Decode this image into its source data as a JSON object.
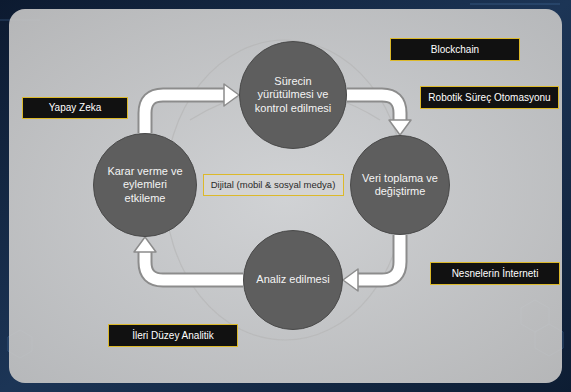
{
  "diagram": {
    "nodes": [
      {
        "text": [
          "Sürecin yürütülmesi ve kontrol edilmesi"
        ]
      },
      {
        "text": [
          "Blockchain"
        ]
      },
      {
        "text": [
          "Yapay Zeka"
        ]
      },
      {
        "text": [
          "Robotik Süreç Otomasyonu"
        ]
      },
      {
        "text": [
          "Karar verme ve eylemleri etkileme"
        ]
      },
      {
        "text": [
          "Dijital (mobil & sosyal medya)"
        ]
      },
      {
        "text": [
          "Veri toplama ve değiştirme"
        ]
      },
      {
        "text": [
          "Nesnelerin İnterneti"
        ]
      },
      {
        "text": [
          "Analiz edilmesi"
        ]
      },
      {
        "text": [
          "İleri Düzey Analitik"
        ]
      }
    ],
    "edges": [
      {
        "from": 4,
        "to": 0,
        "arrow": "to"
      },
      {
        "from": 0,
        "to": 6,
        "arrow": "to"
      },
      {
        "from": 6,
        "to": 8,
        "arrow": "to"
      },
      {
        "from": 8,
        "to": 4,
        "arrow": "to"
      }
    ]
  }
}
